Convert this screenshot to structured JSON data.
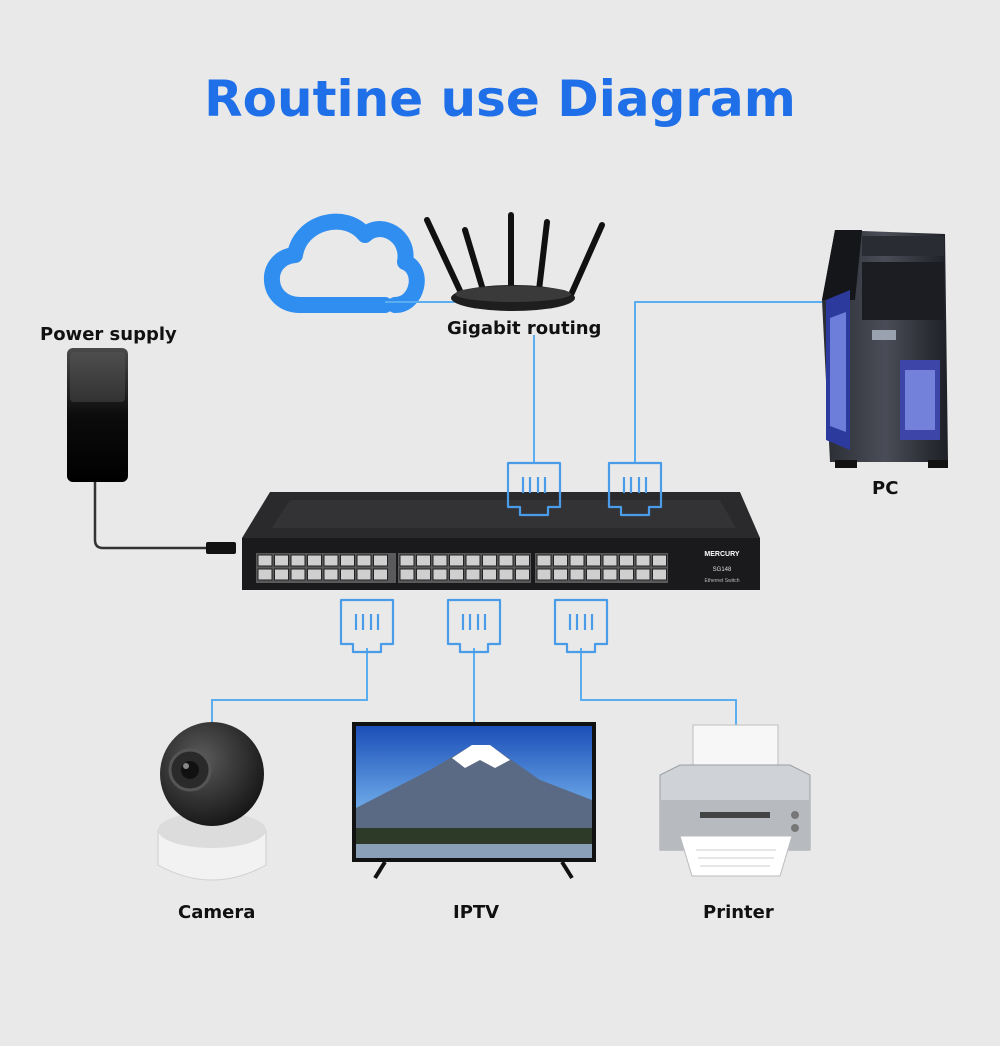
{
  "title": "Routine use Diagram",
  "colors": {
    "title": "#1f6fe8",
    "line": "#5aaef0",
    "background": "#e9e9e9"
  },
  "labels": {
    "power_supply": "Power supply",
    "gigabit_routing": "Gigabit routing",
    "pc": "PC",
    "camera": "Camera",
    "iptv": "IPTV",
    "printer": "Printer"
  },
  "switch": {
    "brand": "MERCURY",
    "model": "SG148",
    "type": "Ethernet Switch"
  },
  "icons": [
    "cloud-icon",
    "rj45-port-icon"
  ]
}
